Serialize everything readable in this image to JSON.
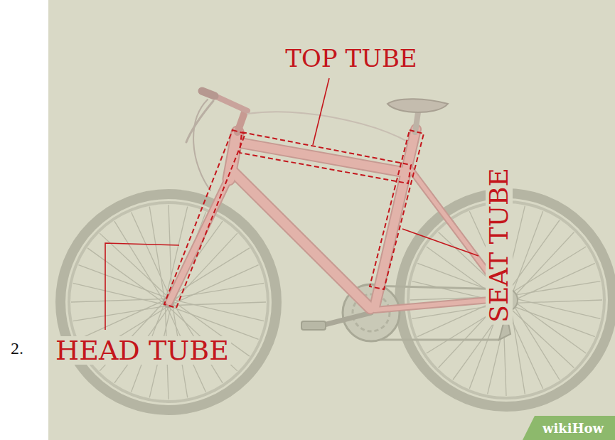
{
  "diagram": {
    "labels": [
      "2.",
      "TOP TUBE",
      "SEAT TUBE",
      "HEAD TUBE",
      "wikiHow"
    ]
  }
}
